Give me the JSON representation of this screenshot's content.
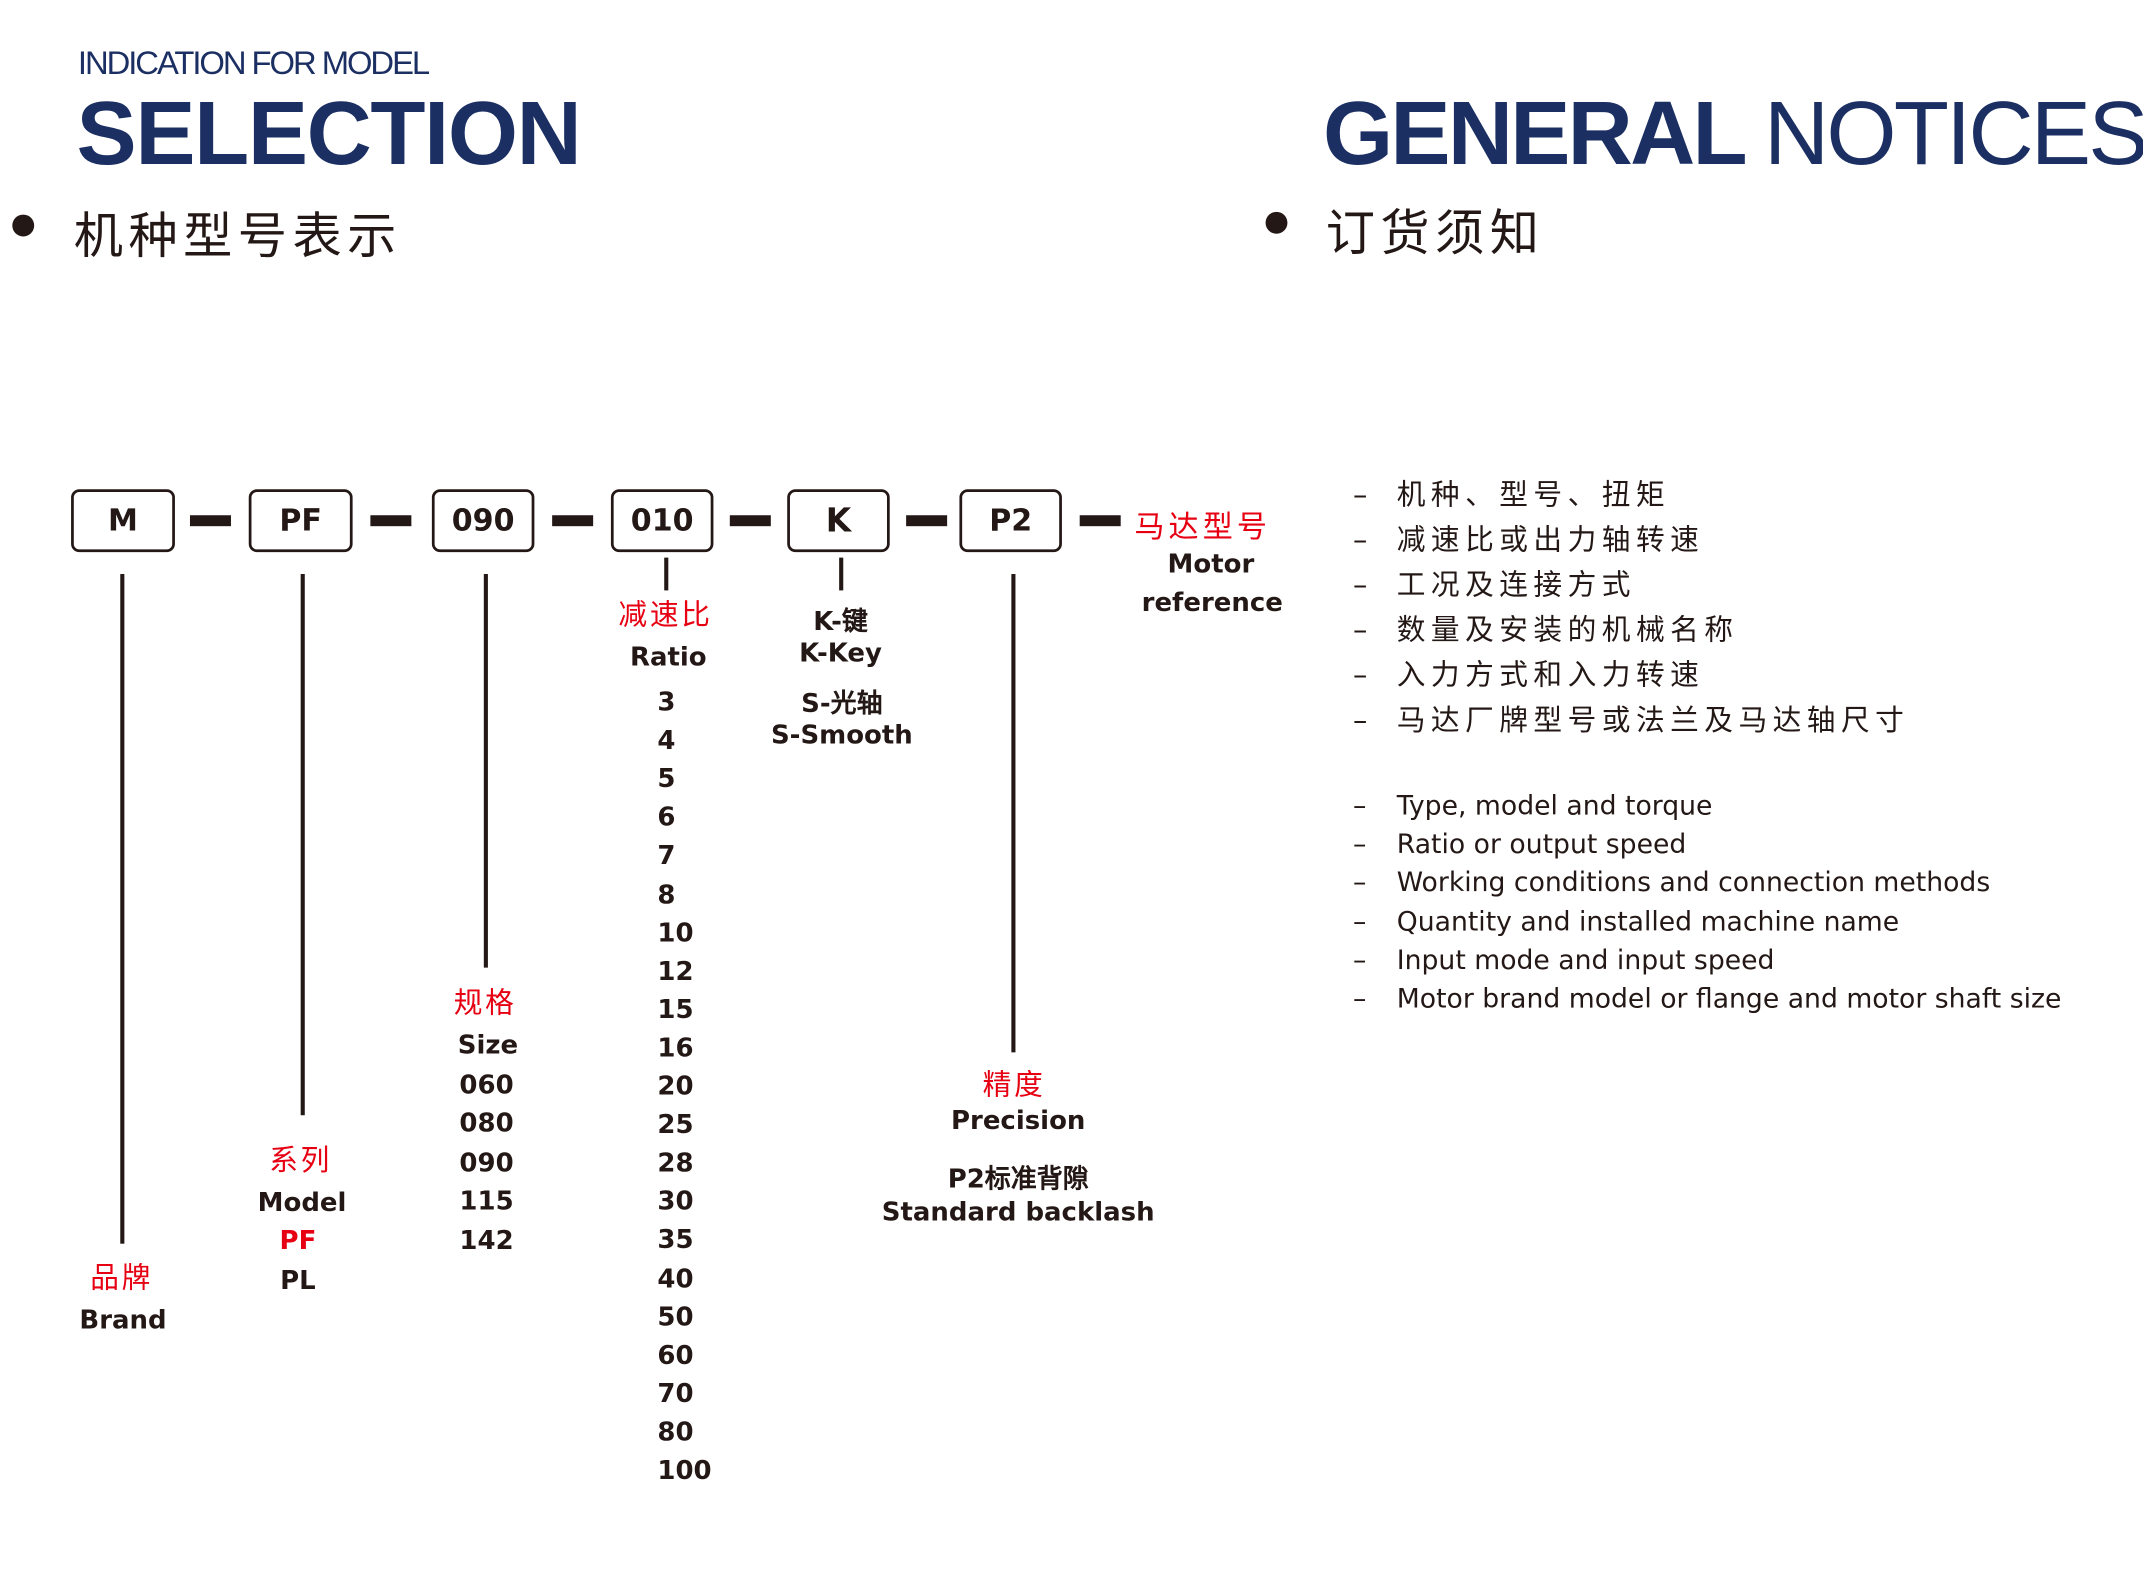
{
  "left_header": {
    "subtitle": "INDICATION FOR MODEL",
    "title": "SELECTION",
    "cn_title": "机种型号表示"
  },
  "right_header": {
    "title_bold": "GENERAL",
    "title_light": "NOTICES",
    "cn_title": "订货须知"
  },
  "code": {
    "segments": [
      "M",
      "PF",
      "090",
      "010",
      "K",
      "P2"
    ],
    "motor_cn": "马达型号",
    "motor_en_1": "Motor",
    "motor_en_2": "reference"
  },
  "brand": {
    "cn": "品牌",
    "en": "Brand"
  },
  "model": {
    "cn": "系列",
    "en": "Model",
    "options": [
      "PF",
      "PL"
    ]
  },
  "size": {
    "cn": "规格",
    "en": "Size",
    "options": [
      "060",
      "080",
      "090",
      "115",
      "142"
    ]
  },
  "ratio": {
    "cn": "减速比",
    "en": "Ratio",
    "options": [
      "3",
      "4",
      "5",
      "6",
      "7",
      "8",
      "10",
      "12",
      "15",
      "16",
      "20",
      "25",
      "28",
      "30",
      "35",
      "40",
      "50",
      "60",
      "70",
      "80",
      "100"
    ]
  },
  "shaft": {
    "key_cn": "K-键",
    "key_en": "K-Key",
    "smooth_cn": "S-光轴",
    "smooth_en": "S-Smooth"
  },
  "precision": {
    "cn": "精度",
    "en": "Precision",
    "p2_cn": "P2标准背隙",
    "p2_en": "Standard backlash"
  },
  "notices": {
    "dash": "–",
    "cn": [
      "机种、型号、扭矩",
      "减速比或出力轴转速",
      "工况及连接方式",
      "数量及安装的机械名称",
      "入力方式和入力转速",
      "马达厂牌型号或法兰及马达轴尺寸"
    ],
    "en": [
      "Type, model and torque",
      "Ratio or output speed",
      "Working conditions and connection methods",
      "Quantity and installed machine name",
      "Input mode and input speed",
      "Motor brand model or flange and motor shaft size"
    ]
  },
  "colors": {
    "navy": "#1b2f63",
    "red": "#e60012",
    "text": "#231815"
  }
}
